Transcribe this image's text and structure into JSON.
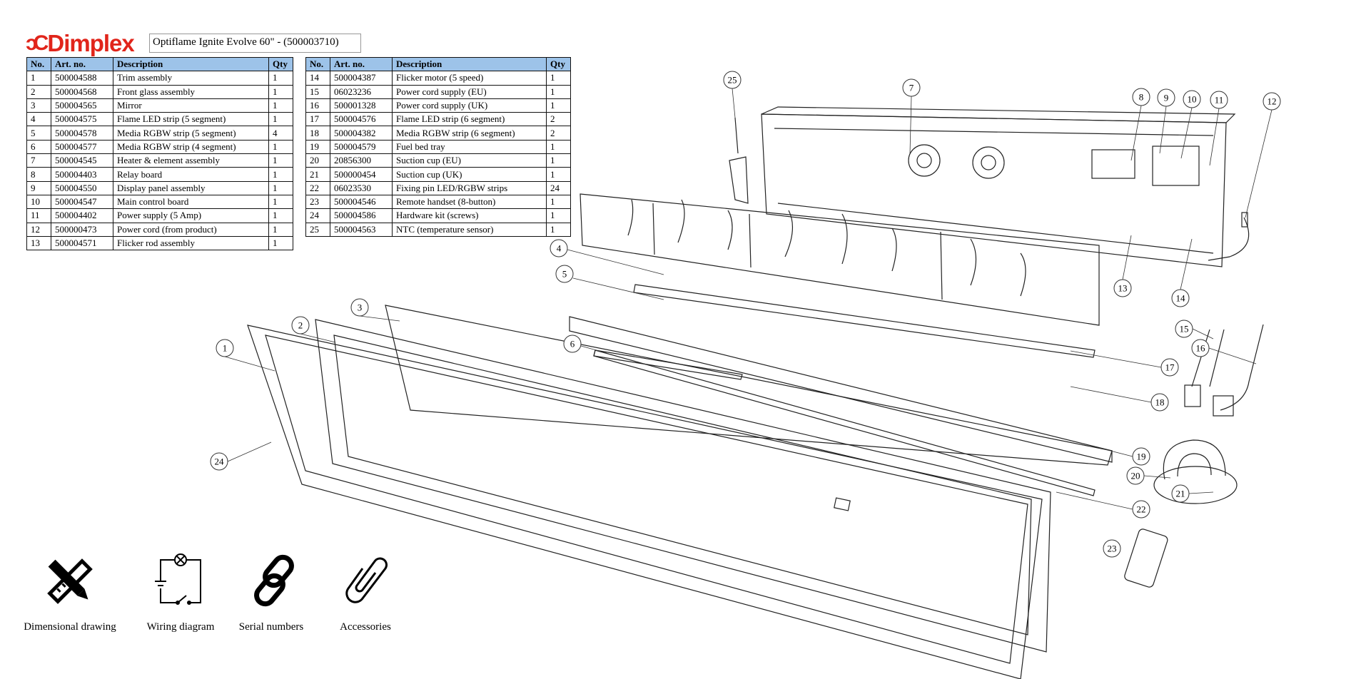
{
  "brand": "Dimplex",
  "title": "Optiflame Ignite Evolve 60\" - (500003710)",
  "headers": {
    "no": "No.",
    "art": "Art. no.",
    "desc": "Description",
    "qty": "Qty"
  },
  "parts_left": [
    {
      "no": "1",
      "art": "500004588",
      "desc": "Trim assembly",
      "qty": "1"
    },
    {
      "no": "2",
      "art": "500004568",
      "desc": "Front glass assembly",
      "qty": "1"
    },
    {
      "no": "3",
      "art": "500004565",
      "desc": "Mirror",
      "qty": "1"
    },
    {
      "no": "4",
      "art": "500004575",
      "desc": "Flame LED strip (5 segment)",
      "qty": "1"
    },
    {
      "no": "5",
      "art": "500004578",
      "desc": "Media RGBW strip (5 segment)",
      "qty": "4"
    },
    {
      "no": "6",
      "art": "500004577",
      "desc": "Media RGBW strip (4 segment)",
      "qty": "1"
    },
    {
      "no": "7",
      "art": "500004545",
      "desc": "Heater & element assembly",
      "qty": "1"
    },
    {
      "no": "8",
      "art": "500004403",
      "desc": "Relay board",
      "qty": "1"
    },
    {
      "no": "9",
      "art": "500004550",
      "desc": "Display panel assembly",
      "qty": "1"
    },
    {
      "no": "10",
      "art": "500004547",
      "desc": "Main control board",
      "qty": "1"
    },
    {
      "no": "11",
      "art": "500004402",
      "desc": "Power supply (5 Amp)",
      "qty": "1"
    },
    {
      "no": "12",
      "art": "500000473",
      "desc": "Power cord (from product)",
      "qty": "1"
    },
    {
      "no": "13",
      "art": "500004571",
      "desc": "Flicker rod assembly",
      "qty": "1"
    }
  ],
  "parts_right": [
    {
      "no": "14",
      "art": "500004387",
      "desc": "Flicker motor (5 speed)",
      "qty": "1"
    },
    {
      "no": "15",
      "art": "06023236",
      "desc": "Power cord supply (EU)",
      "qty": "1"
    },
    {
      "no": "16",
      "art": "500001328",
      "desc": "Power cord supply (UK)",
      "qty": "1"
    },
    {
      "no": "17",
      "art": "500004576",
      "desc": "Flame LED strip (6 segment)",
      "qty": "2"
    },
    {
      "no": "18",
      "art": "500004382",
      "desc": "Media RGBW strip (6 segment)",
      "qty": "2"
    },
    {
      "no": "19",
      "art": "500004579",
      "desc": "Fuel bed tray",
      "qty": "1"
    },
    {
      "no": "20",
      "art": "20856300",
      "desc": "Suction cup (EU)",
      "qty": "1"
    },
    {
      "no": "21",
      "art": "500000454",
      "desc": "Suction cup (UK)",
      "qty": "1"
    },
    {
      "no": "22",
      "art": "06023530",
      "desc": "Fixing pin LED/RGBW strips",
      "qty": "24"
    },
    {
      "no": "23",
      "art": "500004546",
      "desc": "Remote handset (8-button)",
      "qty": "1"
    },
    {
      "no": "24",
      "art": "500004586",
      "desc": "Hardware kit (screws)",
      "qty": "1"
    },
    {
      "no": "25",
      "art": "500004563",
      "desc": "NTC (temperature sensor)",
      "qty": "1"
    }
  ],
  "links": [
    {
      "label": "Dimensional drawing",
      "icon": "ruler-pencil-icon"
    },
    {
      "label": "Wiring diagram",
      "icon": "circuit-icon"
    },
    {
      "label": "Serial numbers",
      "icon": "chain-link-icon"
    },
    {
      "label": "Accessories",
      "icon": "paperclip-icon"
    }
  ],
  "callouts": [
    "1",
    "2",
    "3",
    "4",
    "5",
    "6",
    "7",
    "8",
    "9",
    "10",
    "11",
    "12",
    "13",
    "14",
    "15",
    "16",
    "17",
    "18",
    "19",
    "20",
    "21",
    "22",
    "23",
    "24",
    "25"
  ],
  "colors": {
    "brand": "#e1251b",
    "header": "#9dc3e9"
  }
}
